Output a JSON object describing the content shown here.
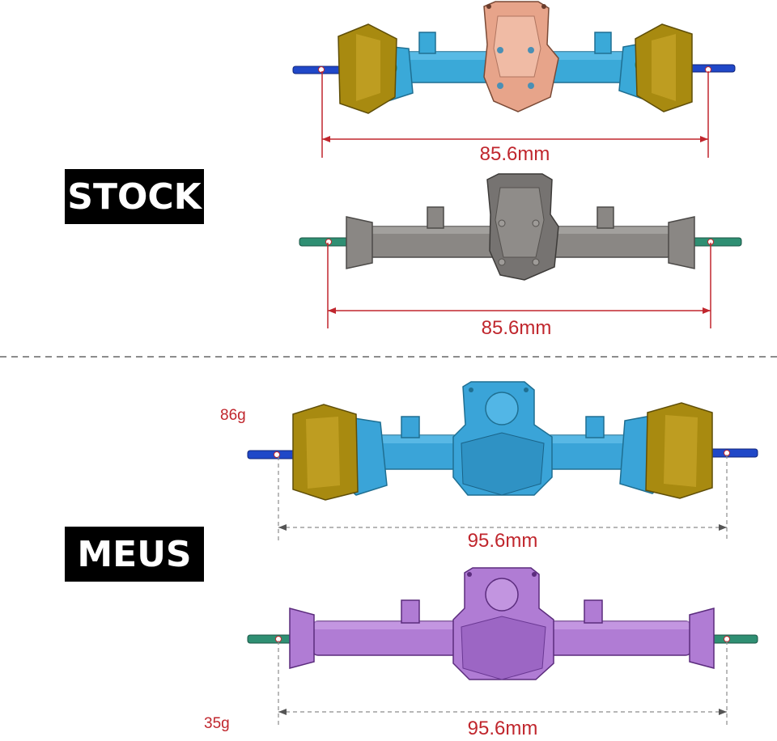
{
  "labels": {
    "stock": "STOCK",
    "meus": "MEUS"
  },
  "weights": {
    "meus_front": "86g",
    "meus_rear": "35g"
  },
  "dimensions": {
    "stock_front": "85.6mm",
    "stock_rear": "85.6mm",
    "meus_front": "95.6mm",
    "meus_rear": "95.6mm"
  },
  "colors": {
    "dimension": "#c0262d",
    "stock_front_housing": "#3aa9d8",
    "stock_diff_cover": "#e7a48a",
    "knuckle_gold": "#a88a10",
    "axle_shaft_blue": "#2048c8",
    "axle_shaft_green": "#2f8f73",
    "stock_rear_housing": "#8a8784",
    "meus_front_housing": "#3aa4d8",
    "meus_rear_housing": "#b07cd4"
  }
}
